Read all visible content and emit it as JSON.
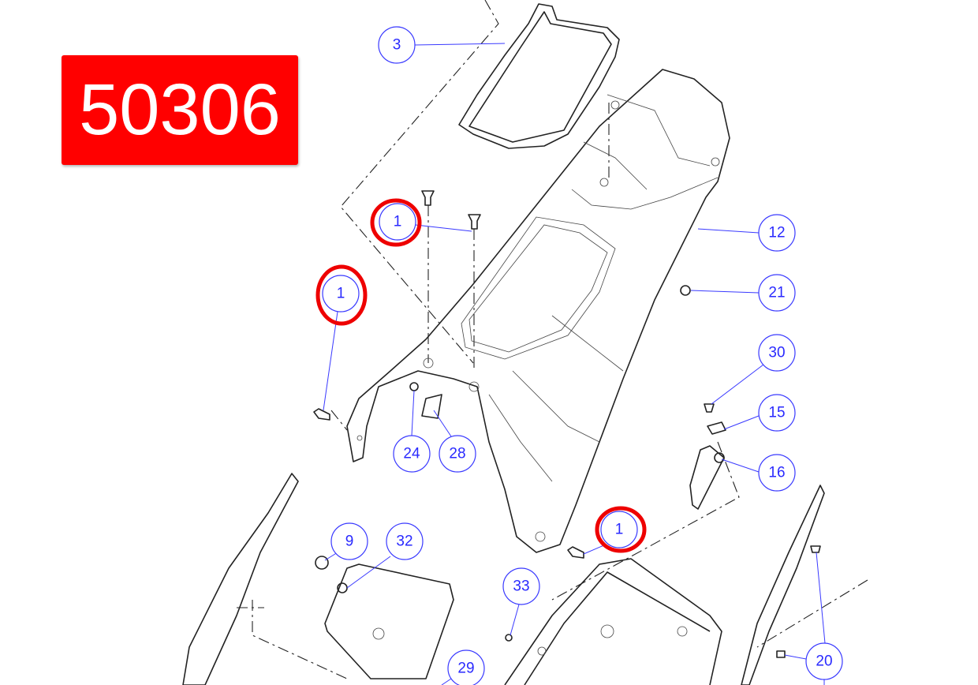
{
  "title": "50306",
  "callouts": {
    "c3": "3",
    "c1a": "1",
    "c1b": "1",
    "c1c": "1",
    "c12": "12",
    "c21": "21",
    "c30": "30",
    "c15": "15",
    "c16": "16",
    "c24": "24",
    "c28": "28",
    "c9": "9",
    "c32": "32",
    "c33": "33",
    "c29": "29",
    "c20": "20"
  },
  "highlight_color": "#e00000",
  "callout_color": "#2a2aff"
}
